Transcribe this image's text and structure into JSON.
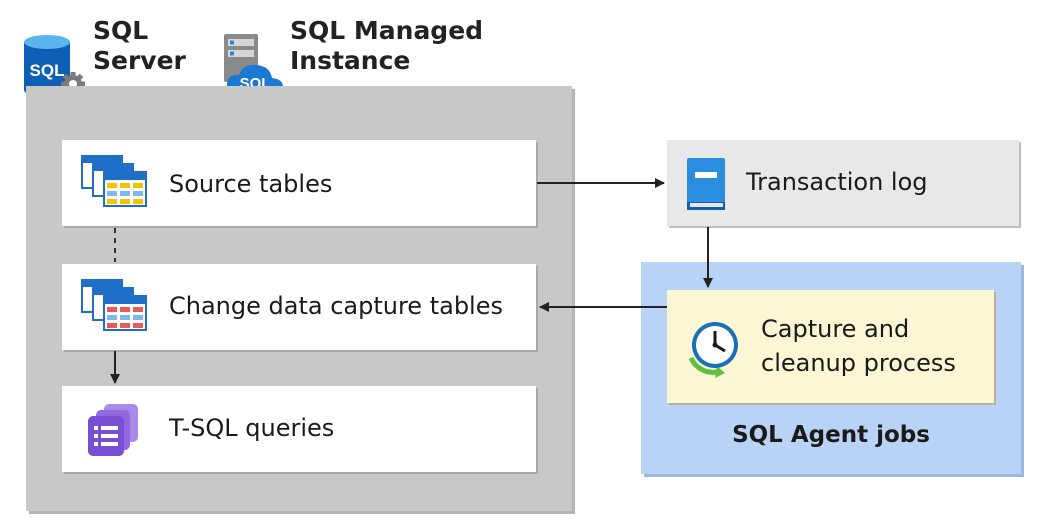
{
  "headers": {
    "sql_server": "SQL\nServer",
    "sql_mi": "SQL Managed\nInstance"
  },
  "icons": {
    "sql_server_badge": "SQL",
    "sql_mi_badge": "SQL"
  },
  "boxes": {
    "source_tables": "Source tables",
    "cdc_tables": "Change data capture tables",
    "tsql_queries": "T-SQL queries",
    "transaction_log": "Transaction log",
    "capture_process": "Capture and\ncleanup process",
    "agent_jobs": "SQL Agent jobs"
  },
  "colors": {
    "panel": "#c8c8c8",
    "agent_bg": "#b8d3f5",
    "process_bg": "#fbf6d3",
    "log_bg": "#e8e8e8",
    "table_blue": "#1f6fc9",
    "table_yellow": "#f5c400",
    "table_red": "#e85a5a",
    "query_purple": "#7b4fd4"
  }
}
